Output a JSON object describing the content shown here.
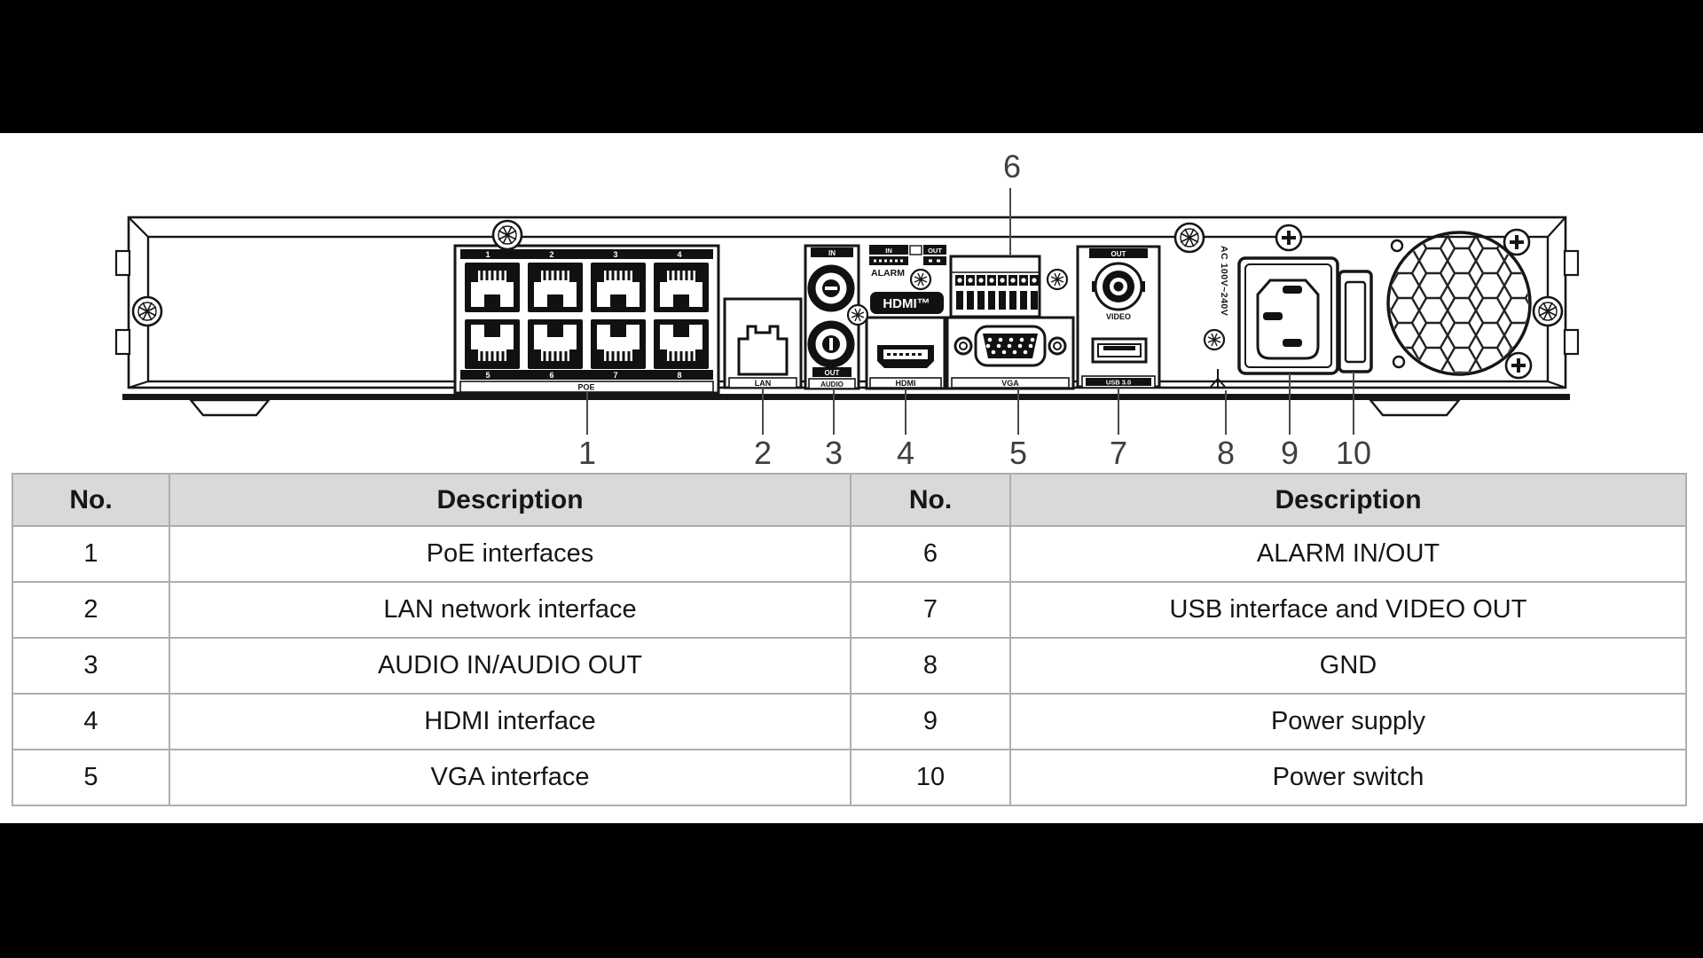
{
  "diagram": {
    "callouts": [
      "1",
      "2",
      "3",
      "4",
      "5",
      "6",
      "7",
      "8",
      "9",
      "10"
    ],
    "poe_numbers_top": [
      "1",
      "2",
      "3",
      "4"
    ],
    "poe_numbers_bottom": [
      "5",
      "6",
      "7",
      "8"
    ],
    "labels": {
      "poe": "POE",
      "lan": "LAN",
      "audio": "AUDIO",
      "audio_in": "IN",
      "audio_out": "OUT",
      "alarm": "ALARM",
      "alarm_in": "IN",
      "alarm_out": "OUT",
      "hdmi_logo": "HDMI™",
      "hdmi": "HDMI",
      "vga": "VGA",
      "video_out": "OUT",
      "video": "VIDEO",
      "usb": "USB 3.0",
      "ac_rating": "AC 100V~240V"
    }
  },
  "table": {
    "headers": [
      "No.",
      "Description",
      "No.",
      "Description"
    ],
    "rows": [
      {
        "no1": "1",
        "desc1": "PoE interfaces",
        "no2": "6",
        "desc2": "ALARM IN/OUT"
      },
      {
        "no1": "2",
        "desc1": "LAN network interface",
        "no2": "7",
        "desc2": "USB interface and VIDEO OUT"
      },
      {
        "no1": "3",
        "desc1": "AUDIO IN/AUDIO OUT",
        "no2": "8",
        "desc2": "GND"
      },
      {
        "no1": "4",
        "desc1": "HDMI interface",
        "no2": "9",
        "desc2": "Power supply"
      },
      {
        "no1": "5",
        "desc1": "VGA interface",
        "no2": "10",
        "desc2": "Power switch"
      }
    ]
  },
  "colors": {
    "letterbox": "#000000",
    "canvas": "#ffffff",
    "diagram_ink": "#161616",
    "callout_ink": "#3f3f3f",
    "table_header_bg": "#d9d9d9",
    "table_border": "#adadad"
  }
}
